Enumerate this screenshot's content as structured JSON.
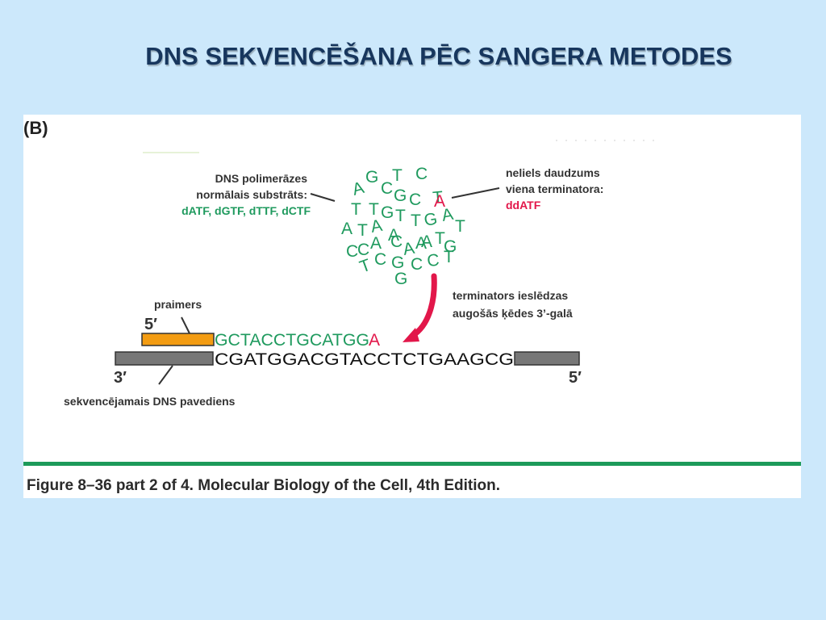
{
  "slide": {
    "title": "DNS SEKVENCĒŠANA PĒC SANGERA METODES"
  },
  "figure": {
    "panel_label": "(B)",
    "substrate_label": {
      "line1": "DNS polimerāzes",
      "line2": "normālais substrāts:",
      "line3": "dATF, dGTF, dTTF, dCTF"
    },
    "terminator_label": {
      "line1": "neliels daudzums",
      "line2": "viena terminatora:",
      "line3": "ddATF"
    },
    "incorporation_label": {
      "line1": "terminators ieslēdzas",
      "line2": "augošās ķēdes 3’-galā"
    },
    "primer_label": "praimers",
    "template_label": "sekvencējamais DNS pavediens",
    "new_strand": "GCTACCTGCATGG",
    "terminator_base": "A",
    "template_strand": "CGATGGACGTACCTCTGAAGCG",
    "end_5_top": "5′",
    "end_3_bottom": "3′",
    "end_5_bottom": "5′",
    "caption": "Figure 8–36 part 2 of 4. Molecular Biology of the Cell, 4th Edition.",
    "nucleotide_cloud": [
      "G",
      "T",
      "C",
      "A",
      "C",
      "G",
      "C",
      "T",
      "T",
      "T",
      "G",
      "T",
      "A",
      "T",
      "A",
      "A",
      "T",
      "G",
      "A",
      "T",
      "C",
      "C",
      "A",
      "C",
      "A",
      "A",
      "T",
      "G",
      "A",
      "T",
      "C",
      "G",
      "C",
      "C",
      "T",
      "G"
    ],
    "colors": {
      "green": "#1f9a5e",
      "red": "#e2174a",
      "primer": "#f39c12",
      "template_bar": "#777777",
      "rule": "#1c9a5a"
    }
  }
}
